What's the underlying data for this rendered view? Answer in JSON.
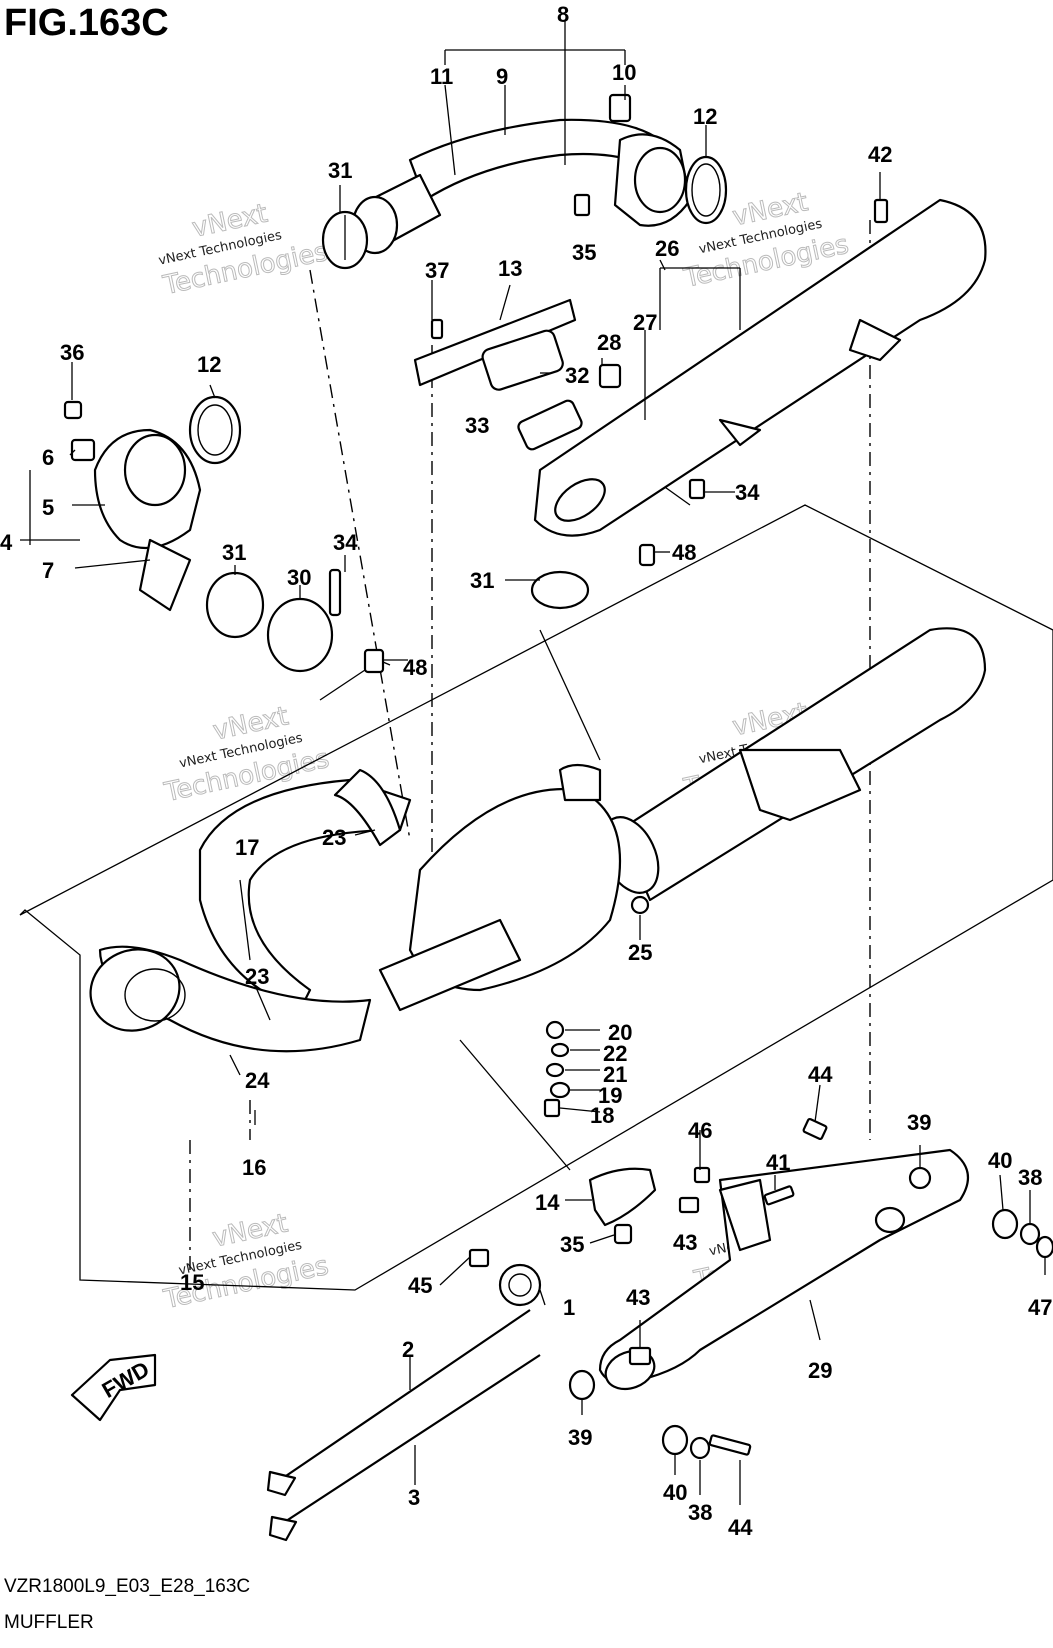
{
  "figure": {
    "title": "FIG.163C",
    "model_code": "VZR1800L9_E03_E28_163C",
    "assembly_name": "MUFFLER"
  },
  "watermark": {
    "line_small": "vNext Technologies",
    "line_big_1": "vNext",
    "line_big_2": "Technologies"
  },
  "direction_arrow": {
    "label": "FWD"
  },
  "callouts": {
    "c1": "1",
    "c2": "2",
    "c3": "3",
    "c4": "4",
    "c5": "5",
    "c6": "6",
    "c7": "7",
    "c8": "8",
    "c9": "9",
    "c10": "10",
    "c11": "11",
    "c12a": "12",
    "c12b": "12",
    "c13": "13",
    "c14": "14",
    "c15": "15",
    "c16": "16",
    "c17": "17",
    "c18": "18",
    "c19": "19",
    "c20": "20",
    "c21": "21",
    "c22": "22",
    "c23a": "23",
    "c23b": "23",
    "c24": "24",
    "c25": "25",
    "c26": "26",
    "c27": "27",
    "c28": "28",
    "c29": "29",
    "c30": "30",
    "c31a": "31",
    "c31b": "31",
    "c31c": "31",
    "c32": "32",
    "c33": "33",
    "c34a": "34",
    "c34b": "34",
    "c35a": "35",
    "c35b": "35",
    "c36": "36",
    "c37": "37",
    "c38a": "38",
    "c38b": "38",
    "c39a": "39",
    "c39b": "39",
    "c40a": "40",
    "c40b": "40",
    "c41": "41",
    "c42": "42",
    "c43a": "43",
    "c43b": "43",
    "c44a": "44",
    "c44b": "44",
    "c45": "45",
    "c46": "46",
    "c47": "47",
    "c48a": "48",
    "c48b": "48"
  }
}
